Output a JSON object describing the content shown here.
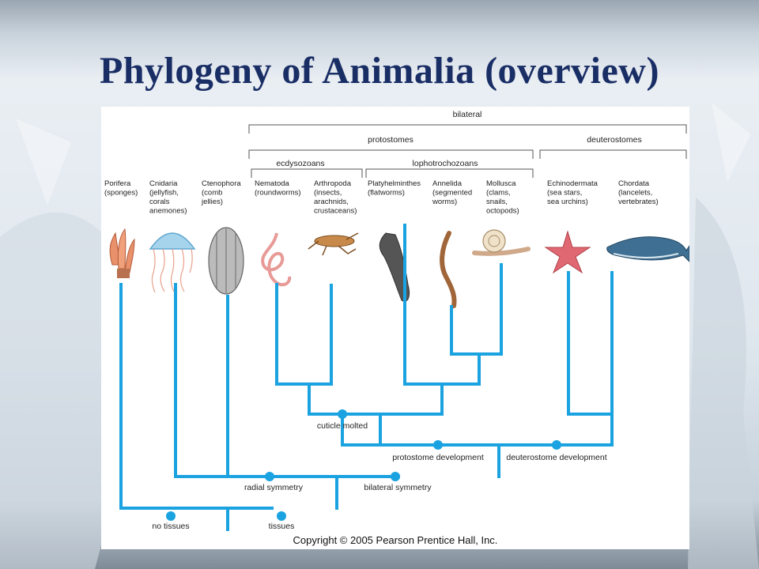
{
  "slide": {
    "title": "Phylogeny of Animalia (overview)"
  },
  "groups": {
    "bilateral": "bilateral",
    "protostomes": "protostomes",
    "deuterostomes": "deuterostomes",
    "ecdysozoans": "ecdysozoans",
    "lophotrochozoans": "lophotrochozoans"
  },
  "taxa": [
    {
      "lines": [
        "Porifera",
        "(sponges)"
      ]
    },
    {
      "lines": [
        "Cnidaria",
        "(jellyfish,",
        "corals",
        "anemones)"
      ]
    },
    {
      "lines": [
        "Ctenophora",
        "(comb",
        "jellies)"
      ]
    },
    {
      "lines": [
        "Nematoda",
        "(roundworms)"
      ]
    },
    {
      "lines": [
        "Arthropoda",
        "(insects,",
        "arachnids,",
        "crustaceans)"
      ]
    },
    {
      "lines": [
        "Platyhelminthes",
        "(flatworms)"
      ]
    },
    {
      "lines": [
        "Annelida",
        "(segmented",
        "worms)"
      ]
    },
    {
      "lines": [
        "Mollusca",
        "(clams,",
        "snails,",
        "octopods)"
      ]
    },
    {
      "lines": [
        "Echinodermata",
        "(sea stars,",
        "sea urchins)"
      ]
    },
    {
      "lines": [
        "Chordata",
        "(lancelets,",
        "vertebrates)"
      ]
    }
  ],
  "animals": [
    "sponge",
    "jellyfish",
    "comb-jelly",
    "roundworm",
    "grasshopper",
    "flatworm",
    "segmented-worm",
    "snail",
    "sea-star",
    "whale"
  ],
  "nodes": {
    "cuticle_molted": "cuticle molted",
    "protostome_development": "protostome development",
    "deuterostome_development": "deuterostome development",
    "radial_symmetry": "radial symmetry",
    "bilateral_symmetry": "bilateral symmetry",
    "no_tissues": "no tissues",
    "tissues": "tissues"
  },
  "copyright": "Copyright © 2005 Pearson Prentice Hall, Inc.",
  "colors": {
    "title": "#1a2e66",
    "tree": "#1aa3e0",
    "node": "#1aa3e0"
  }
}
